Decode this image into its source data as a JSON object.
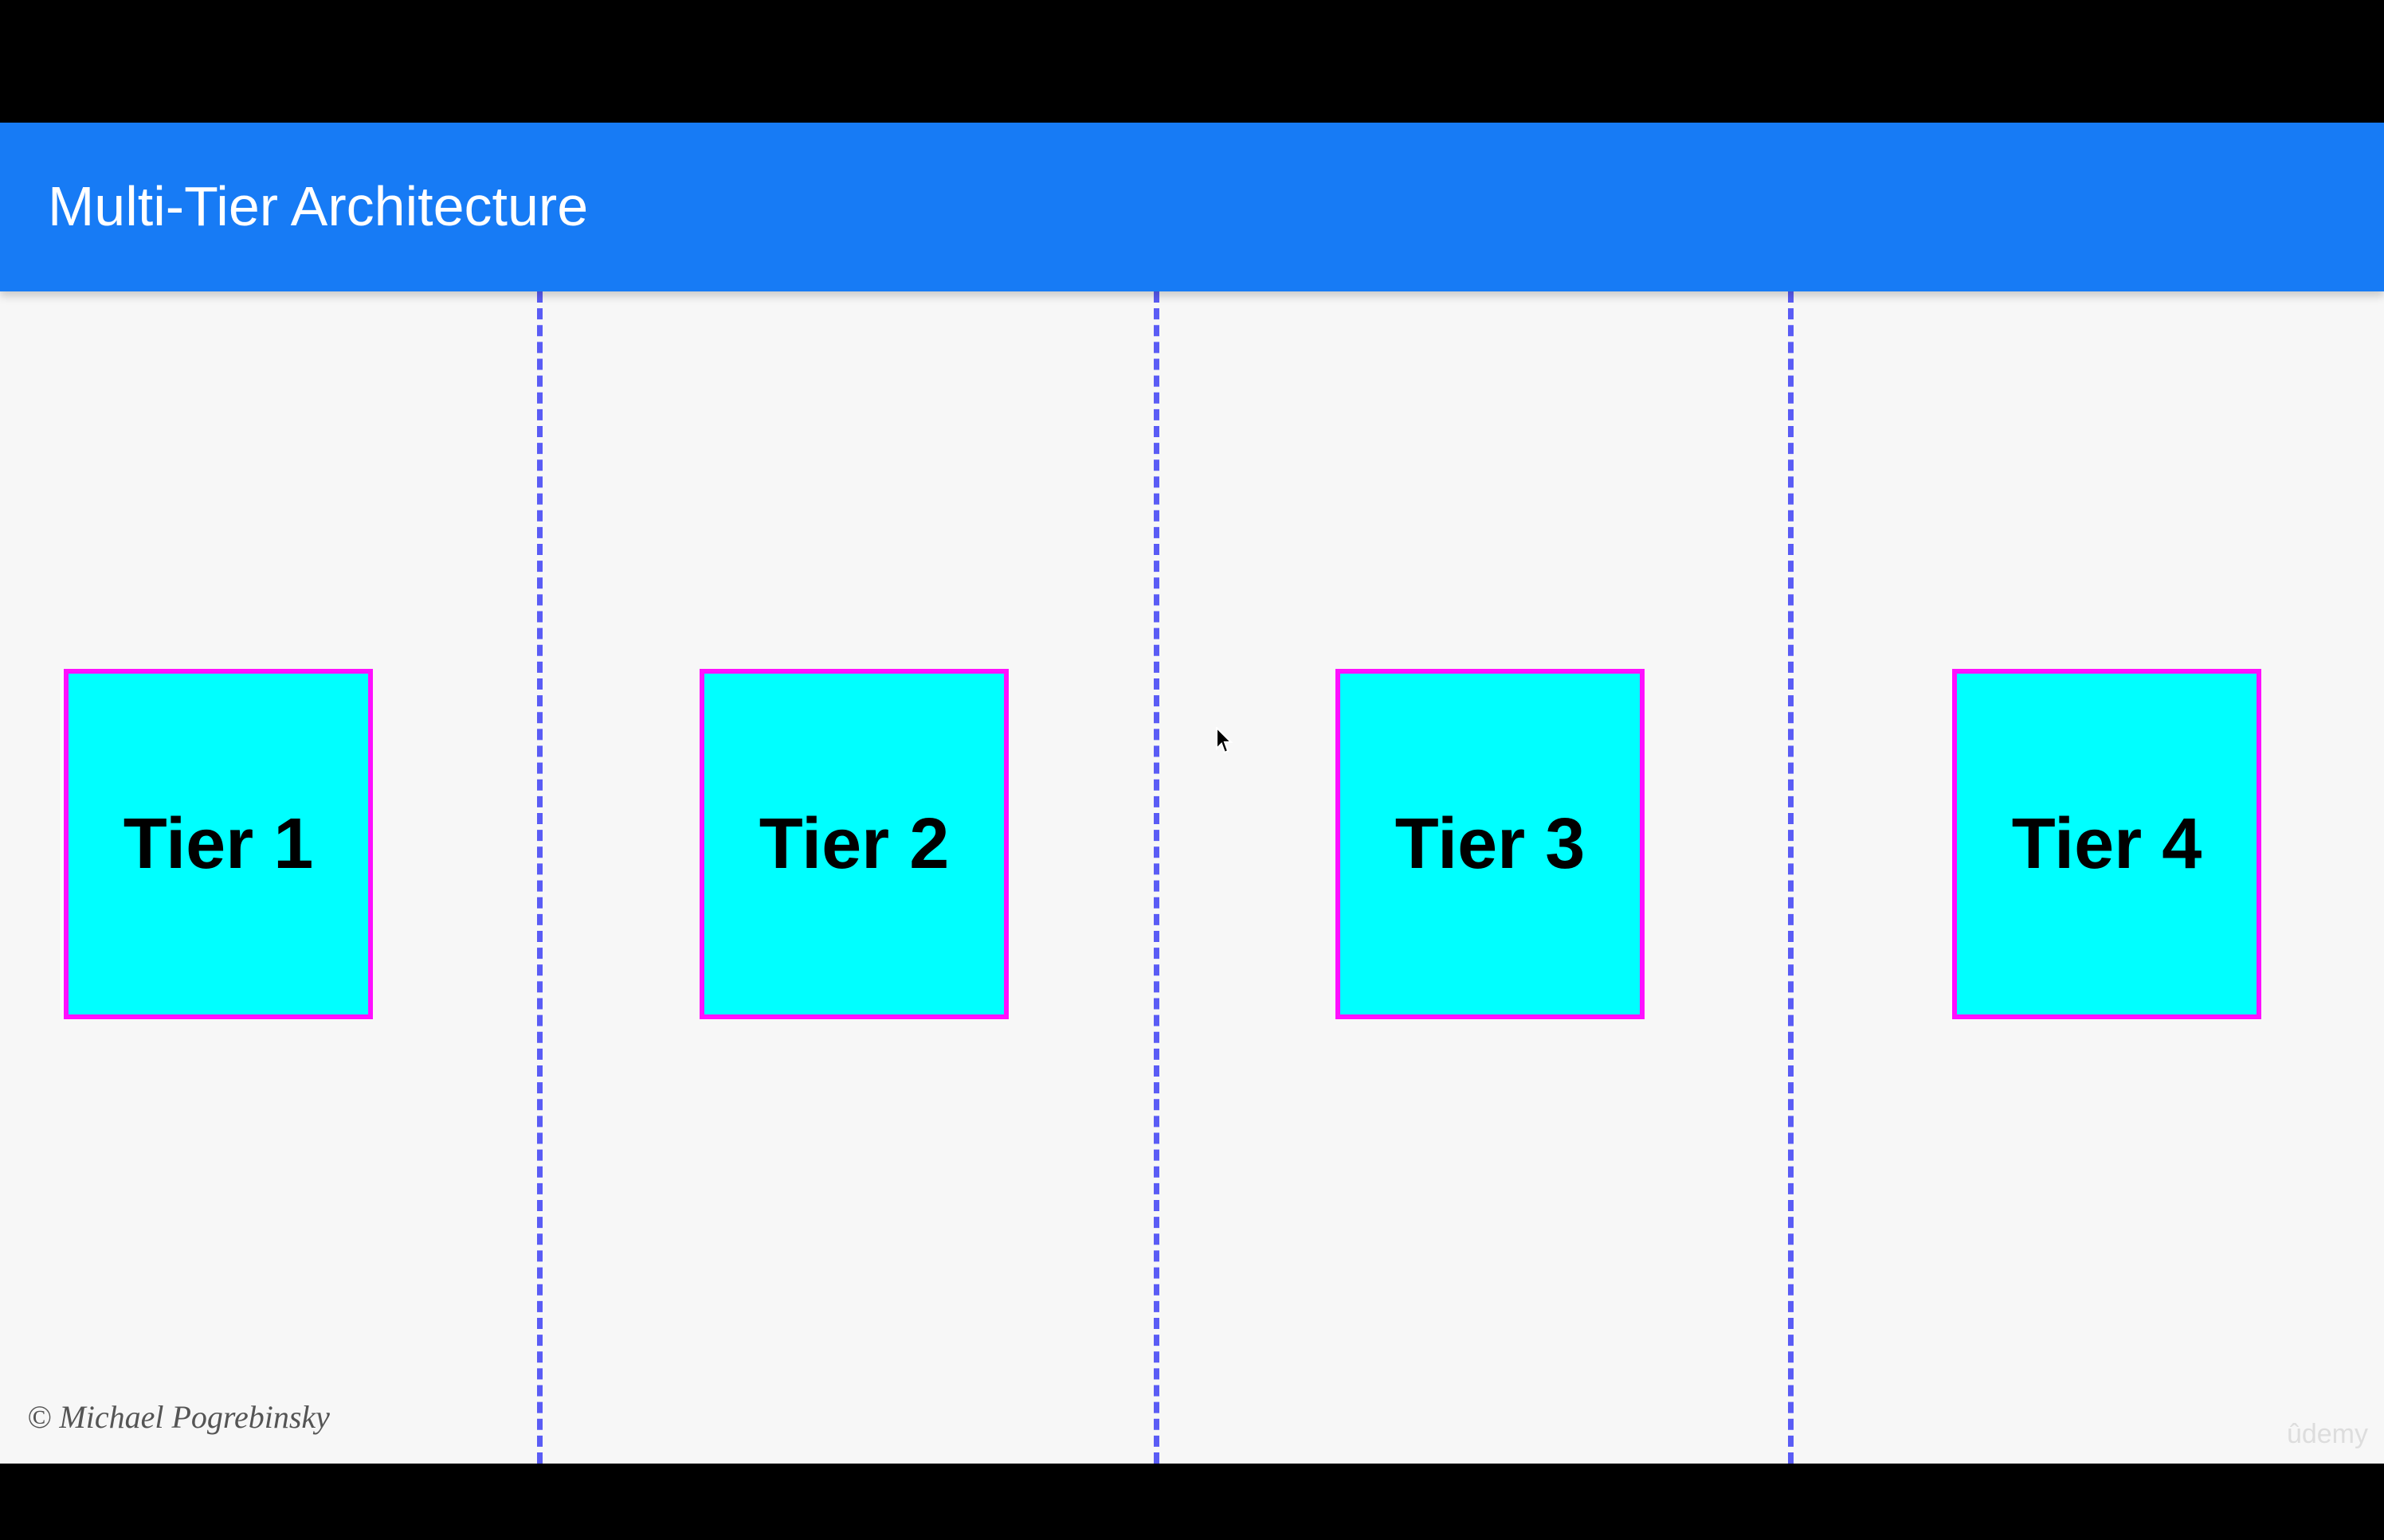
{
  "header": {
    "title": "Multi-Tier Architecture"
  },
  "tiers": [
    {
      "label": "Tier 1"
    },
    {
      "label": "Tier 2"
    },
    {
      "label": "Tier 3"
    },
    {
      "label": "Tier 4"
    }
  ],
  "footer": {
    "copyright": "© Michael Pogrebinsky",
    "watermark": "ûdemy"
  },
  "colors": {
    "header_bg": "#177bf5",
    "divider": "#5a5cf5",
    "tier_fill": "#00ffff",
    "tier_border": "#ff10ff"
  },
  "icons": {
    "cursor": "mouse-pointer-icon"
  }
}
